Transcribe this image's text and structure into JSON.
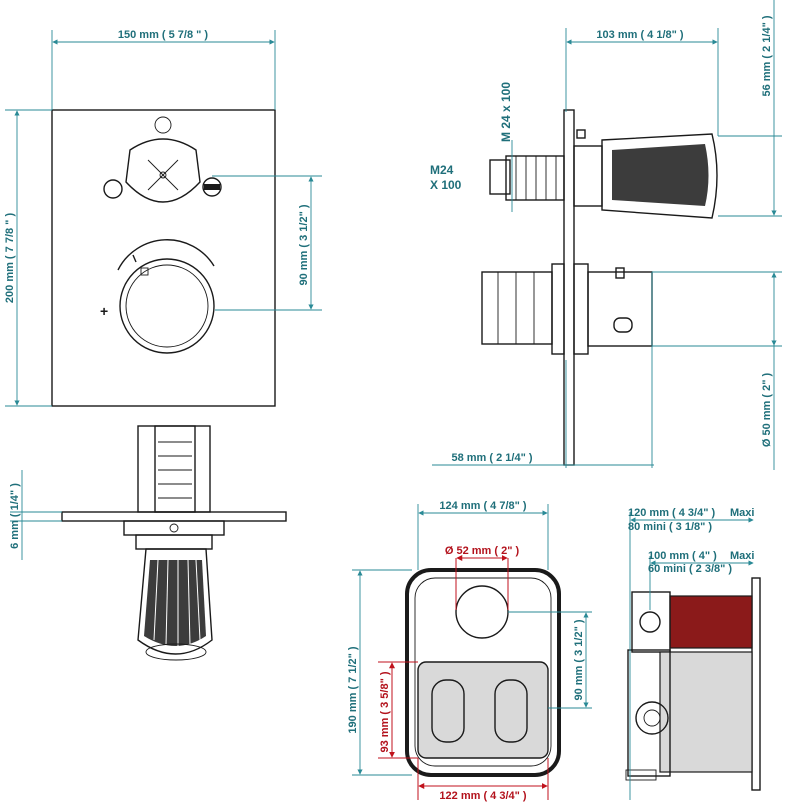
{
  "front_view": {
    "width_label": "150 mm ( 5 7/8 \" )",
    "height_label": "200 mm ( 7 7/8 \" )",
    "center_distance_label": "90 mm ( 3 1/2\" )",
    "plus_symbol": "+"
  },
  "side_view": {
    "depth_label": "103 mm ( 4 1/8\" )",
    "top_height_label": "56 mm ( 2 1/4\" )",
    "thread_label_vertical": "M 24 x 100",
    "thread_label_line1": "M24",
    "thread_label_line2": "X 100",
    "wall_depth_label": "58 mm ( 2 1/4\" )",
    "bottom_diameter_label": "Ø 50 mm ( 2\" )"
  },
  "section_view": {
    "plate_thickness_label": "6 mm ( 1/4\" )"
  },
  "rough_in_front": {
    "width_label": "124 mm ( 4 7/8\" )",
    "hole_label": "Ø 52 mm ( 2\" )",
    "height_label": "190 mm ( 7 1/2\" )",
    "center_label": "90 mm ( 3 1/2\" )",
    "inner_height_label": "93 mm ( 3 5/8\" )",
    "inner_width_label": "122 mm ( 4 3/4\" )"
  },
  "rough_in_side": {
    "max_depth_label": "120 mm ( 4 3/4\" )",
    "max_tag": "Maxi",
    "min_depth_label": "80 mini ( 3 1/8\" )",
    "max_depth2_label": "100 mm ( 4\" )",
    "max_tag2": "Maxi",
    "min_depth2_label": "60 mini ( 2 3/8\" )"
  },
  "colors": {
    "dimension": "#1f6f7a",
    "highlight": "#b3121c",
    "outline": "#1a1a1a",
    "box_fill": "#8b1a1a"
  }
}
